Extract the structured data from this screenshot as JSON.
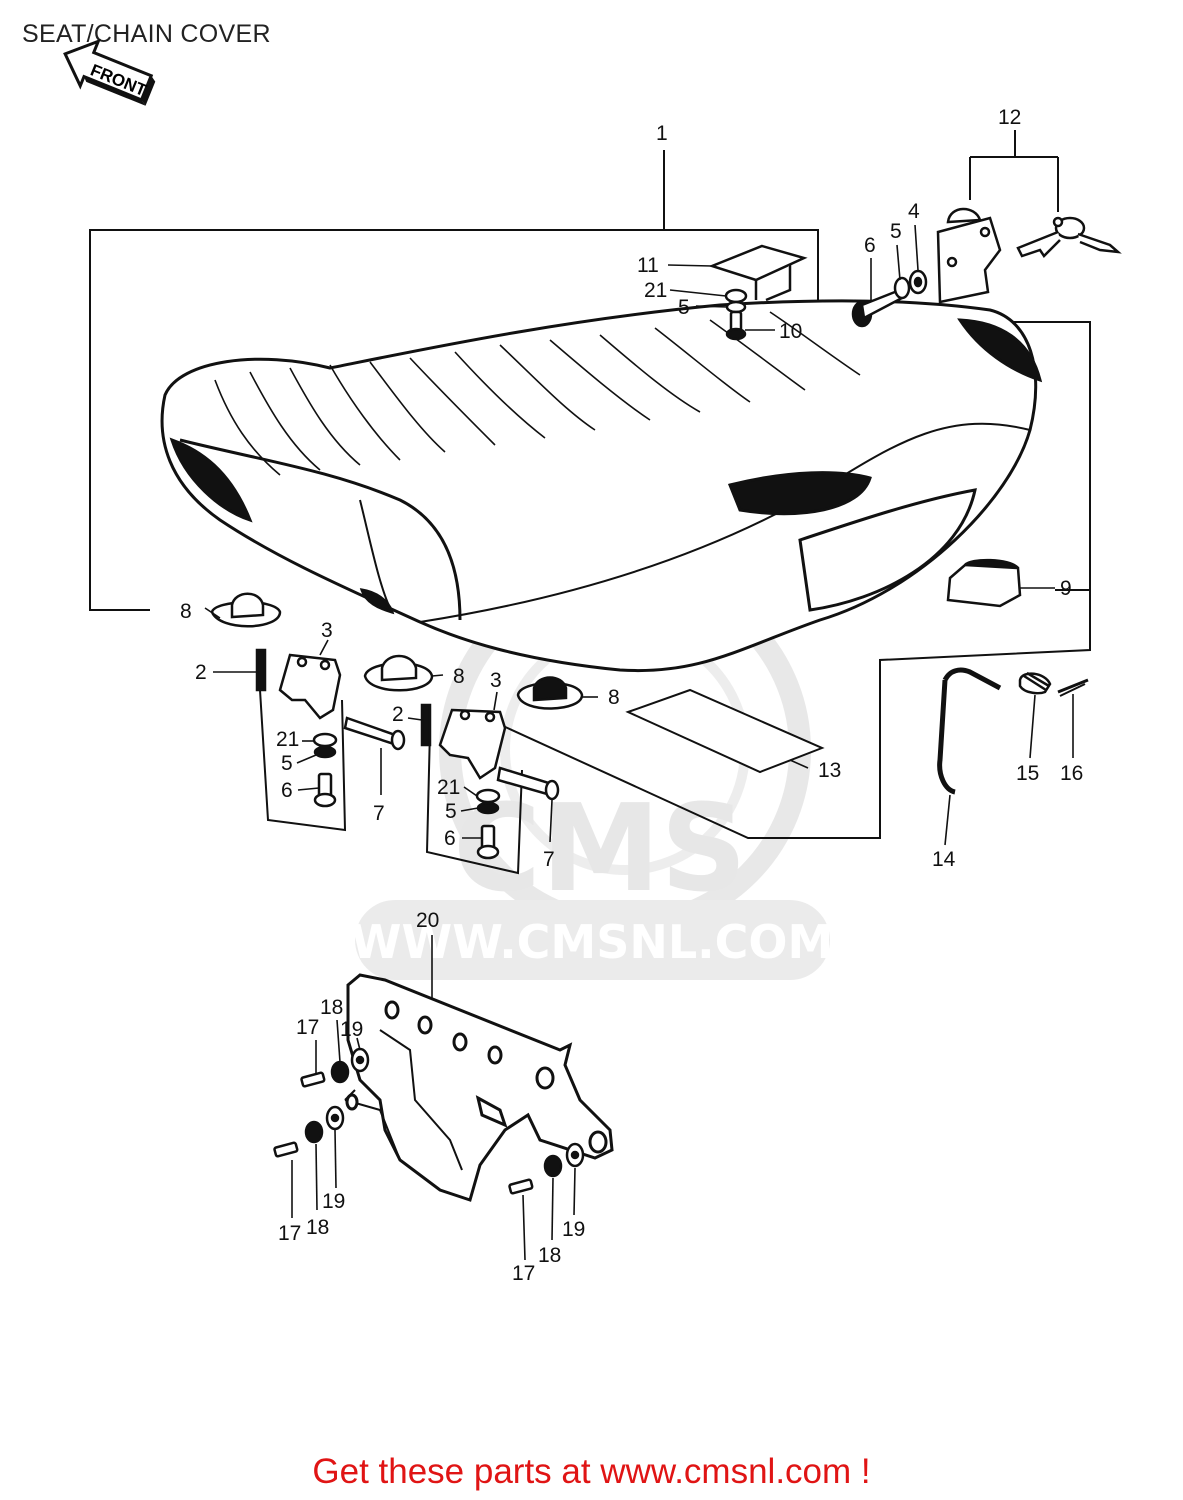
{
  "title": "SEAT/CHAIN COVER",
  "front_arrow_label": "FRONT",
  "watermark": {
    "logo": "CMS",
    "url": "WWW.CMSNL.COM"
  },
  "callouts": {
    "c1": "1",
    "c2a": "2",
    "c2b": "2",
    "c3a": "3",
    "c3b": "3",
    "c4": "4",
    "c5a": "5",
    "c5b": "5",
    "c5c": "5",
    "c5d": "5",
    "c6a": "6",
    "c6b": "6",
    "c6c": "6",
    "c7a": "7",
    "c7b": "7",
    "c8a": "8",
    "c8b": "8",
    "c8c": "8",
    "c9": "9",
    "c10": "10",
    "c11": "11",
    "c12": "12",
    "c13": "13",
    "c14": "14",
    "c15": "15",
    "c16": "16",
    "c17a": "17",
    "c17b": "17",
    "c17c": "17",
    "c18a": "18",
    "c18b": "18",
    "c18c": "18",
    "c19a": "19",
    "c19b": "19",
    "c19c": "19",
    "c20": "20",
    "c21a": "21",
    "c21b": "21",
    "c21c": "21"
  },
  "footer_link": "Get these parts at www.cmsnl.com !",
  "colors": {
    "footer": "#e01414",
    "line": "#111111",
    "watermark": "#d9d9d9"
  }
}
